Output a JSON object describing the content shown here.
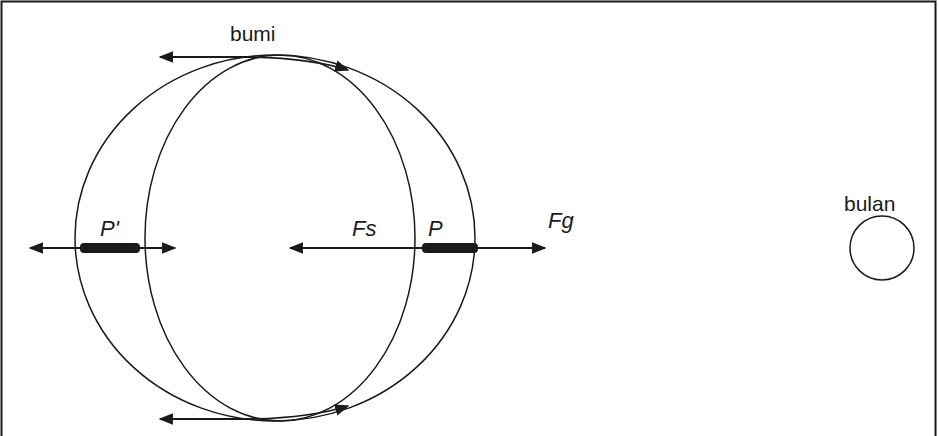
{
  "diagram": {
    "nodes": [
      {
        "text": [
          "bumi"
        ]
      },
      {
        "text": [
          "bulan"
        ]
      }
    ],
    "labels": [
      "P'",
      "P",
      "Fs",
      "Fg"
    ]
  }
}
